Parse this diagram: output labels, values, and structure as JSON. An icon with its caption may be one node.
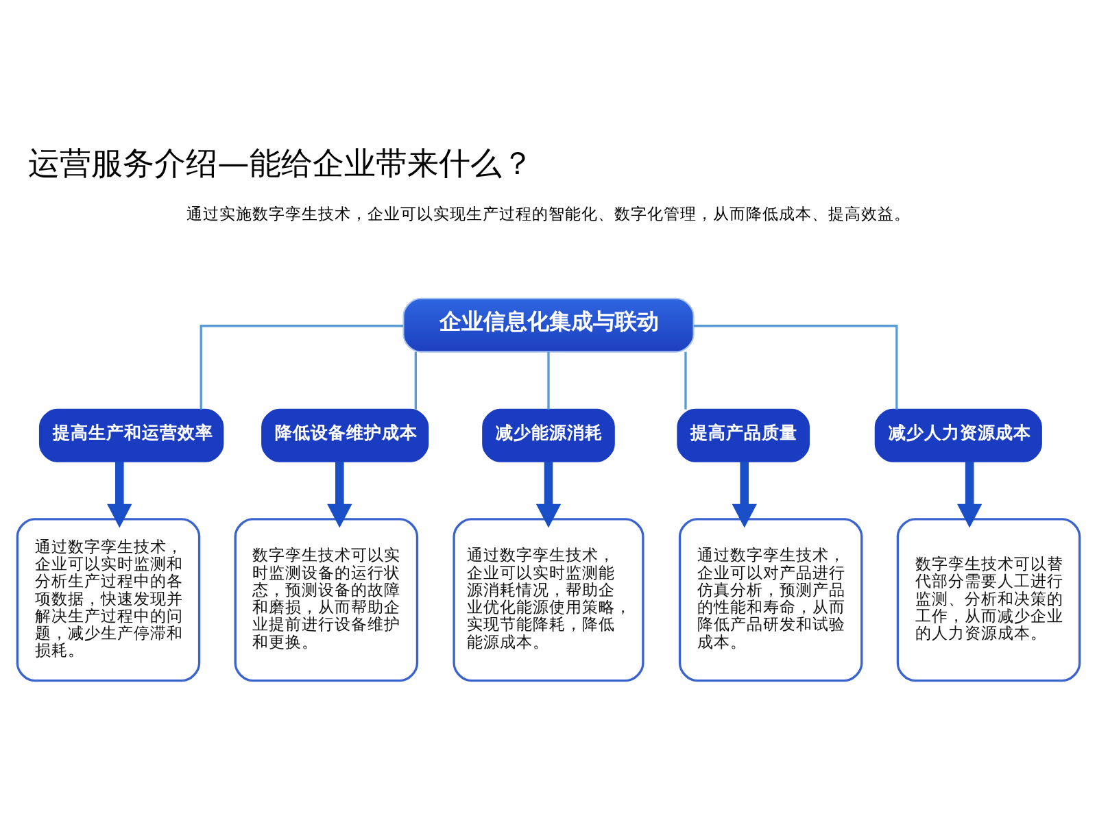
{
  "diagram": {
    "title": "运营服务介绍—能给企业带来什么？",
    "nodes": [
      {
        "text": [
          "企业信息化集成与联动"
        ]
      },
      {
        "text": [
          "提高生产和运营效率"
        ]
      },
      {
        "text": [
          "降低设备维护成本"
        ]
      },
      {
        "text": [
          "减少能源消耗"
        ]
      },
      {
        "text": [
          "提高产品质量"
        ]
      },
      {
        "text": [
          "减少人力资源成本"
        ]
      },
      {
        "text": [
          "通过数字孪生技术，企业可以实时监测和分析生产过程中的各项数据，快速发现并解决生产过程中的问题，减少生产停滞和损耗。"
        ]
      },
      {
        "text": [
          "数字孪生技术可以实时监测设备的运行状态，预测设备的故障和磨损，从而帮助企业提前进行设备维护和更换。"
        ]
      },
      {
        "text": [
          "通过数字孪生技术，企业可以实时监测能源消耗情况，帮助企业优化能源使用策略，实现节能降耗，降低能源成本。"
        ]
      },
      {
        "text": [
          "通过数字孪生技术，企业可以对产品进行仿真分析，预测产品的性能和寿命，从而降低产品研发和试验成本。"
        ]
      },
      {
        "text": [
          "数字孪生技术可以替代部分需要人工进行监测、分析和决策的工作，从而减少企业的人力资源成本。"
        ]
      }
    ],
    "edges": [
      {
        "from": 0,
        "to": 1,
        "arrow": "none"
      },
      {
        "from": 0,
        "to": 2,
        "arrow": "none"
      },
      {
        "from": 0,
        "to": 3,
        "arrow": "none"
      },
      {
        "from": 0,
        "to": 4,
        "arrow": "none"
      },
      {
        "from": 0,
        "to": 5,
        "arrow": "none"
      },
      {
        "from": 1,
        "to": 6,
        "arrow": "to",
        "style": "thick",
        "color": "#1a4fc8"
      },
      {
        "from": 2,
        "to": 7,
        "arrow": "to",
        "style": "thick",
        "color": "#1a4fc8"
      },
      {
        "from": 3,
        "to": 8,
        "arrow": "to",
        "style": "thick",
        "color": "#1a4fc8"
      },
      {
        "from": 4,
        "to": 9,
        "arrow": "to",
        "style": "thick",
        "color": "#1a4fc8"
      },
      {
        "from": 5,
        "to": 10,
        "arrow": "to",
        "style": "thick",
        "color": "#1a4fc8"
      }
    ],
    "labels": [
      "通过实施数字孪生技术，企业可以实现生产过程的智能化、数字化管理，从而降低成本、提高效益。"
    ]
  }
}
